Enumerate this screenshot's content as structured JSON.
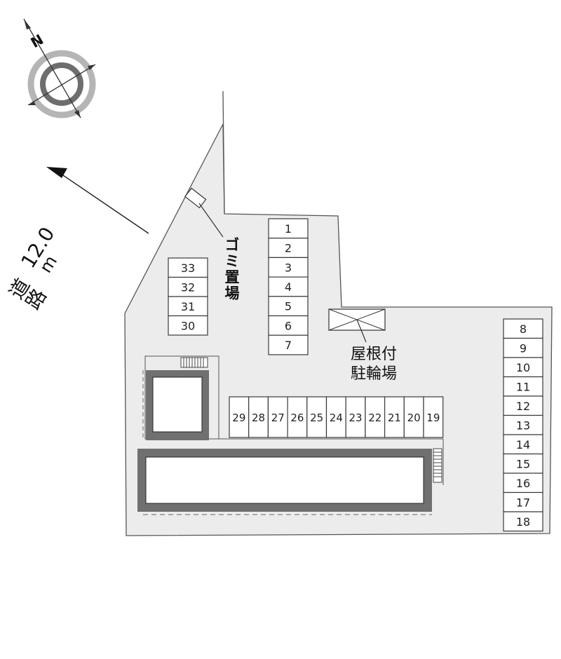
{
  "compass": {
    "north_label": "N"
  },
  "road": {
    "width_label": "12.0",
    "unit_label": "m",
    "name_label": "道路"
  },
  "garbage": {
    "label": "ゴミ置場"
  },
  "bicycle": {
    "line1": "屋根付",
    "line2": "駐輪場"
  },
  "parking": {
    "column_1_7": [
      "1",
      "2",
      "3",
      "4",
      "5",
      "6",
      "7"
    ],
    "column_8_18": [
      "8",
      "9",
      "10",
      "11",
      "12",
      "13",
      "14",
      "15",
      "16",
      "17",
      "18"
    ],
    "row_19_29": [
      "29",
      "28",
      "27",
      "26",
      "25",
      "24",
      "23",
      "22",
      "21",
      "20",
      "19"
    ],
    "column_30_33": [
      "33",
      "32",
      "31",
      "30"
    ]
  },
  "colors": {
    "lot_fill": "#ececec",
    "outline": "#555555",
    "building_wall": "#707070"
  }
}
